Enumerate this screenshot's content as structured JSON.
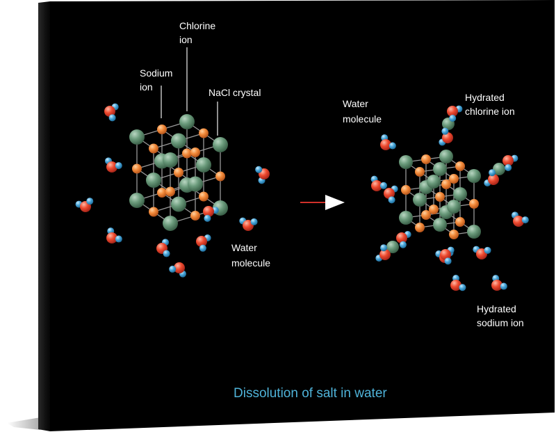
{
  "diagram": {
    "title": "Dissolution of salt in water",
    "left_labels": {
      "chlorine_ion": [
        "Chlorine",
        "ion"
      ],
      "sodium_ion": [
        "Sodium",
        "ion"
      ],
      "nacl_crystal": "NaCl crystal",
      "water_molecule": [
        "Water",
        "molecule"
      ]
    },
    "right_labels": {
      "water_molecule": [
        "Water",
        "molecule"
      ],
      "hydrated_chlorine_ion": [
        "Hydrated",
        "chlorine ion"
      ],
      "hydrated_sodium_ion": [
        "Hydrated",
        "sodium ion"
      ]
    },
    "colors": {
      "background": "#000000",
      "chlorine": "#5e8f70",
      "sodium": "#f08a3a",
      "oxygen": "#ee4a2f",
      "hydrogen": "#4aa6d8",
      "title": "#4fb3d9",
      "arrow_line": "#d0302a"
    }
  }
}
